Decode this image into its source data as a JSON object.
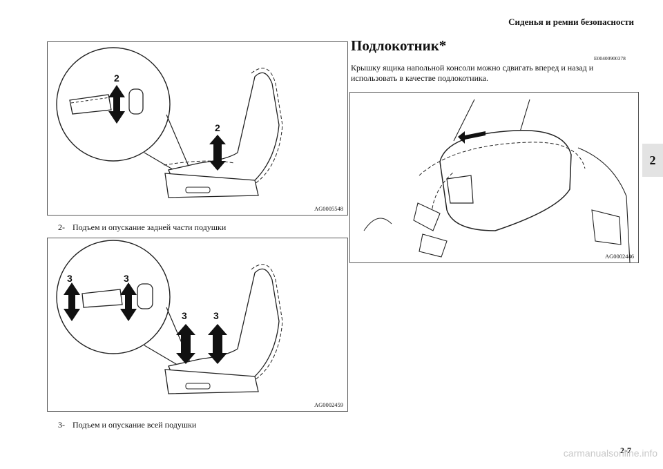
{
  "header": {
    "title": "Сиденья и ремни безопасности"
  },
  "chapter_tab": "2",
  "figures": [
    {
      "code": "AG0005548",
      "callouts": [
        "2",
        "2"
      ]
    },
    {
      "code": "AG0002459",
      "callouts": [
        "3",
        "3",
        "3",
        "3"
      ]
    },
    {
      "code": "AG0002446"
    }
  ],
  "captions": [
    {
      "num": "2-",
      "text": "Подъем и опускание задней части подушки"
    },
    {
      "num": "3-",
      "text": "Подъем и опускание всей подушки"
    }
  ],
  "section": {
    "title": "Подлокотник*",
    "code": "E00400900378",
    "body": "Крышку ящика напольной консоли можно сдвигать вперед и назад и использовать в качестве подлокотника."
  },
  "page_number": "2-7",
  "watermark": "carmanualsonline.info"
}
